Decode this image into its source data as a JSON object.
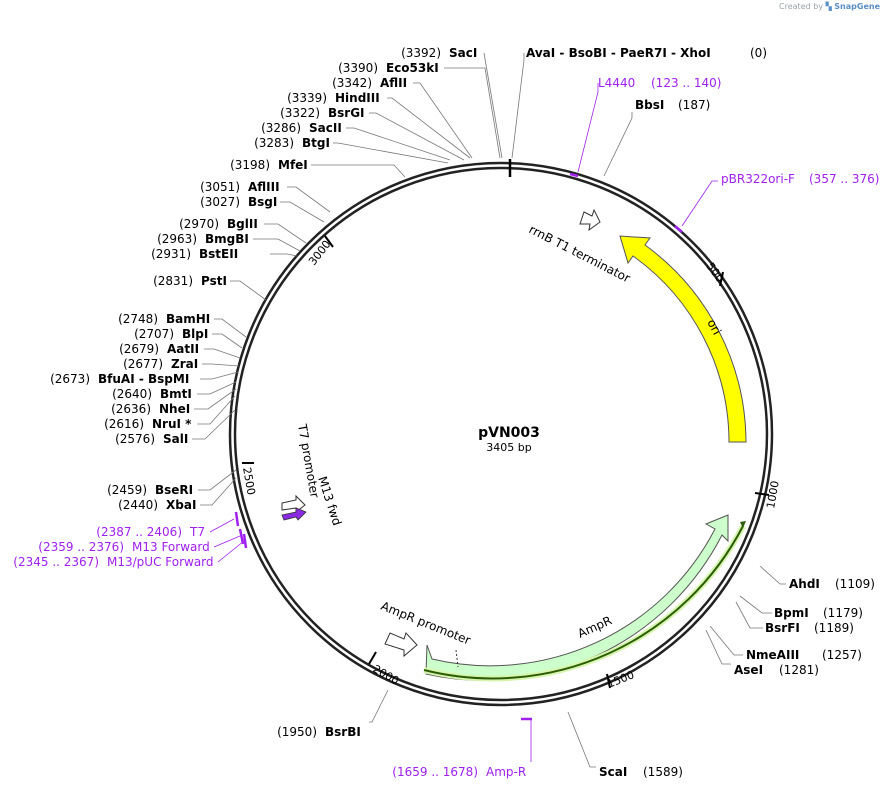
{
  "credit": {
    "prefix": "Created by",
    "icon": "snapgene-logo-icon",
    "brand": "SnapGene"
  },
  "plasmid": {
    "name": "pVN003",
    "length_label": "3405 bp",
    "length": 3405
  },
  "tick_marks": [
    "500",
    "1000",
    "1500",
    "2000",
    "2500",
    "3000"
  ],
  "enzymes": [
    {
      "pos": "(3392)",
      "name": "SacI"
    },
    {
      "pos": "(3390)",
      "name": "Eco53kI"
    },
    {
      "pos": "(3342)",
      "name": "AflII"
    },
    {
      "pos": "(3339)",
      "name": "HindIII"
    },
    {
      "pos": "(3322)",
      "name": "BsrGI"
    },
    {
      "pos": "(3286)",
      "name": "SacII"
    },
    {
      "pos": "(3283)",
      "name": "BtgI"
    },
    {
      "pos": "(3198)",
      "name": "MfeI"
    },
    {
      "pos": "(3051)",
      "name": "AflIII"
    },
    {
      "pos": "(3027)",
      "name": "BsgI"
    },
    {
      "pos": "(2970)",
      "name": "BglII"
    },
    {
      "pos": "(2963)",
      "name": "BmgBI"
    },
    {
      "pos": "(2931)",
      "name": "BstEII"
    },
    {
      "pos": "(2831)",
      "name": "PstI"
    },
    {
      "pos": "(2748)",
      "name": "BamHI"
    },
    {
      "pos": "(2707)",
      "name": "BlpI"
    },
    {
      "pos": "(2679)",
      "name": "AatII"
    },
    {
      "pos": "(2677)",
      "name": "ZraI"
    },
    {
      "pos": "(2673)",
      "name": "BfuAI  - BspMI"
    },
    {
      "pos": "(2640)",
      "name": "BmtI"
    },
    {
      "pos": "(2636)",
      "name": "NheI"
    },
    {
      "pos": "(2616)",
      "name": "NruI *"
    },
    {
      "pos": "(2576)",
      "name": "SalI"
    },
    {
      "pos": "(2459)",
      "name": "BseRI"
    },
    {
      "pos": "(2440)",
      "name": "XbaI"
    },
    {
      "pos": "(1950)",
      "name": "BsrBI"
    },
    {
      "pos": "(1589)",
      "name": "ScaI"
    },
    {
      "pos": "(1281)",
      "name": "AseI"
    },
    {
      "pos": "(1257)",
      "name": "NmeAIII"
    },
    {
      "pos": "(1189)",
      "name": "BsrFI"
    },
    {
      "pos": "(1179)",
      "name": "BpmI"
    },
    {
      "pos": "(1109)",
      "name": "AhdI"
    },
    {
      "pos": "(187)",
      "name": "BbsI"
    },
    {
      "pos": "(0)",
      "name": "AvaI  - BsoBI  - PaeR7I  - XhoI"
    }
  ],
  "primers": [
    {
      "name": "L4440",
      "range": "(123 .. 140)"
    },
    {
      "name": "pBR322ori-F",
      "range": "(357 .. 376)"
    },
    {
      "name": "T7",
      "range": "(2387 .. 2406)"
    },
    {
      "name": "M13 Forward",
      "range": "(2359 .. 2376)"
    },
    {
      "name": "M13/pUC Forward",
      "range": "(2345 .. 2367)"
    },
    {
      "name": "Amp-R",
      "range": "(1659 .. 1678)"
    }
  ],
  "features": [
    {
      "name": "rrnB T1 terminator",
      "color": "#ffffff"
    },
    {
      "name": "ori",
      "color": "#ffff00"
    },
    {
      "name": "AmpR",
      "color": "#ccffcc"
    },
    {
      "name": "AmpR promoter",
      "color": "#ffffff"
    },
    {
      "name": "T7 promoter",
      "color": "#ffffff"
    },
    {
      "name": "M13 fwd",
      "color": "#8a2be2"
    }
  ],
  "colors": {
    "primer": "#a020f0",
    "ori": "#ffff00",
    "ampr": "#ccffcc",
    "orf": "#9acd32"
  }
}
